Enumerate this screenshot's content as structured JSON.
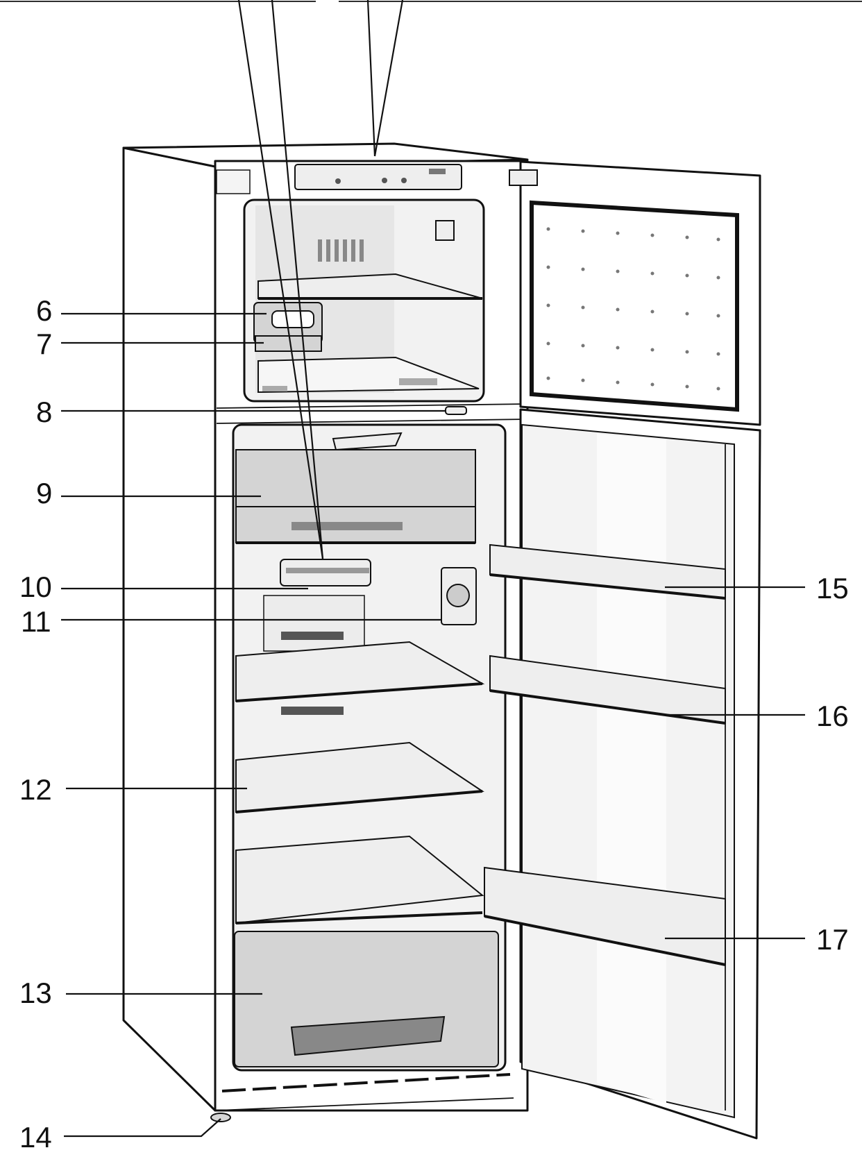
{
  "diagram": {
    "callouts": [
      {
        "id": "6",
        "label": "6"
      },
      {
        "id": "7",
        "label": "7"
      },
      {
        "id": "8",
        "label": "8"
      },
      {
        "id": "9",
        "label": "9"
      },
      {
        "id": "10",
        "label": "10"
      },
      {
        "id": "11",
        "label": "11"
      },
      {
        "id": "12",
        "label": "12"
      },
      {
        "id": "13",
        "label": "13"
      },
      {
        "id": "14",
        "label": "14"
      },
      {
        "id": "15",
        "label": "15"
      },
      {
        "id": "16",
        "label": "16"
      },
      {
        "id": "17",
        "label": "17"
      }
    ]
  }
}
